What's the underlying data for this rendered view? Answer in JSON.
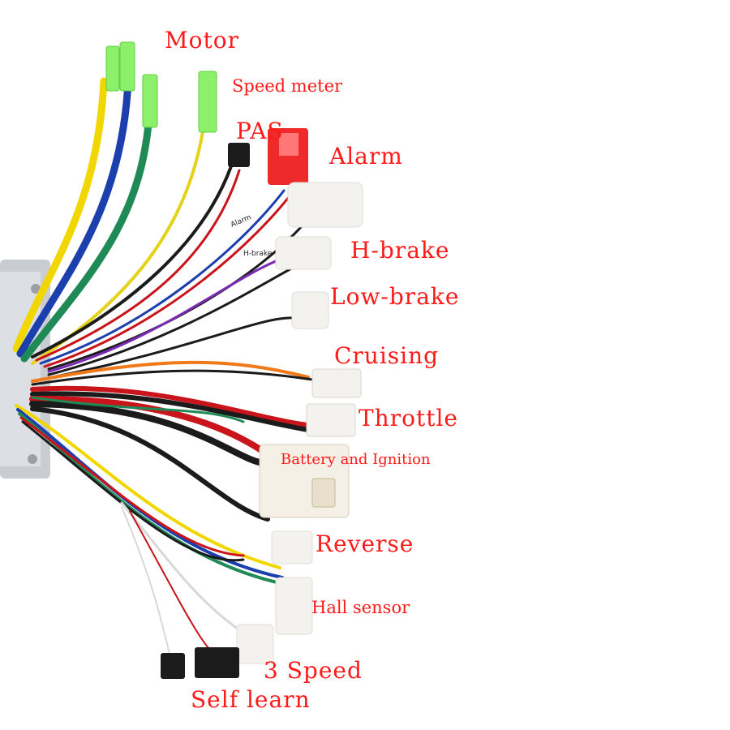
{
  "labels": {
    "motor": "Motor",
    "speed_meter": "Speed meter",
    "pas": "PAS",
    "alarm": "Alarm",
    "h_brake": "H-brake",
    "low_brake": "Low-brake",
    "cruising": "Cruising",
    "throttle": "Throttle",
    "battery_ignition": "Battery and Ignition",
    "reverse": "Reverse",
    "hall_sensor": "Hall sensor",
    "three_speed": "3 Speed",
    "self_learn": "Self learn"
  },
  "wire_tags": {
    "alarm_tag": "Alarm",
    "h_brake_tag": "H-brake"
  },
  "colors": {
    "label_red": "#ff1a1a",
    "motor_yellow": "#f2d600",
    "motor_blue": "#1c3fae",
    "motor_green": "#1f8a55",
    "connector_green": "#8cf06a",
    "alarm_connector_red": "#ee2a2a",
    "connector_white": "#f4f2ee",
    "wire_black": "#1b1b1b",
    "wire_red": "#c8141a",
    "wire_orange": "#f07a1a",
    "controller_grey": "#cfd2d6"
  }
}
